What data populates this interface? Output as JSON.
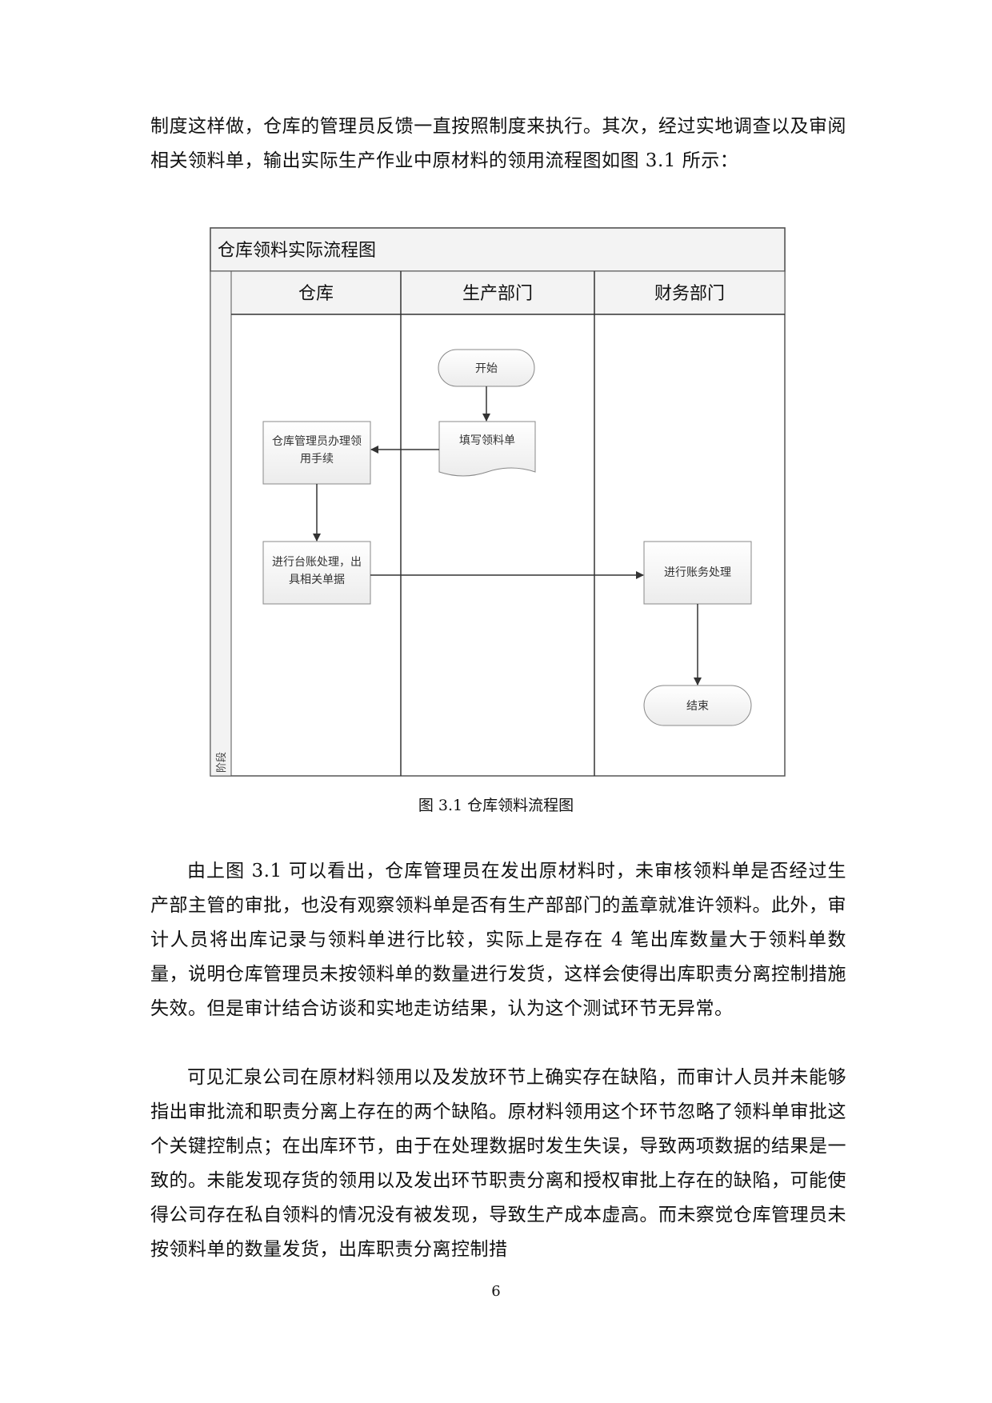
{
  "paragraphs": [
    {
      "text": "制度这样做，仓库的管理员反馈一直按照制度来执行。其次，经过实地调查以及审阅相关领料单，输出实际生产作业中原材料的领用流程图如图 3.1 所示：",
      "indent": false
    },
    {
      "text": "由上图 3.1 可以看出，仓库管理员在发出原材料时，未审核领料单是否经过生产部主管的审批，也没有观察领料单是否有生产部部门的盖章就准许领料。此外，审计人员将出库记录与领料单进行比较，实际上是存在 4 笔出库数量大于领料单数量，说明仓库管理员未按领料单的数量进行发货，这样会使得出库职责分离控制措施失效。但是审计结合访谈和实地走访结果，认为这个测试环节无异常。",
      "indent": true
    },
    {
      "text": "可见汇泉公司在原材料领用以及发放环节上确实存在缺陷，而审计人员并未能够指出审批流和职责分离上存在的两个缺陷。原材料领用这个环节忽略了领料单审批这个关键控制点；在出库环节，由于在处理数据时发生失误，导致两项数据的结果是一致的。未能发现存货的领用以及发出环节职责分离和授权审批上存在的缺陷，可能使得公司存在私自领料的情况没有被发现，导致生产成本虚高。而未察觉仓库管理员未按领料单的数量发货，出库职责分离控制措",
      "indent": true
    }
  ],
  "flowchart": {
    "title": "仓库领料实际流程图",
    "stage_label": "阶段",
    "lanes": [
      "仓库",
      "生产部门",
      "财务部门"
    ],
    "nodes": {
      "start": "开始",
      "fill_form": "填写领料单",
      "warehouse_handle": [
        "仓库管理员办理领",
        "用手续"
      ],
      "ledger": [
        "进行台账处理，出",
        "具相关单据"
      ],
      "accounting": "进行账务处理",
      "end": "结束"
    }
  },
  "figure_caption": "图 3.1 仓库领料流程图",
  "page_number": "6"
}
